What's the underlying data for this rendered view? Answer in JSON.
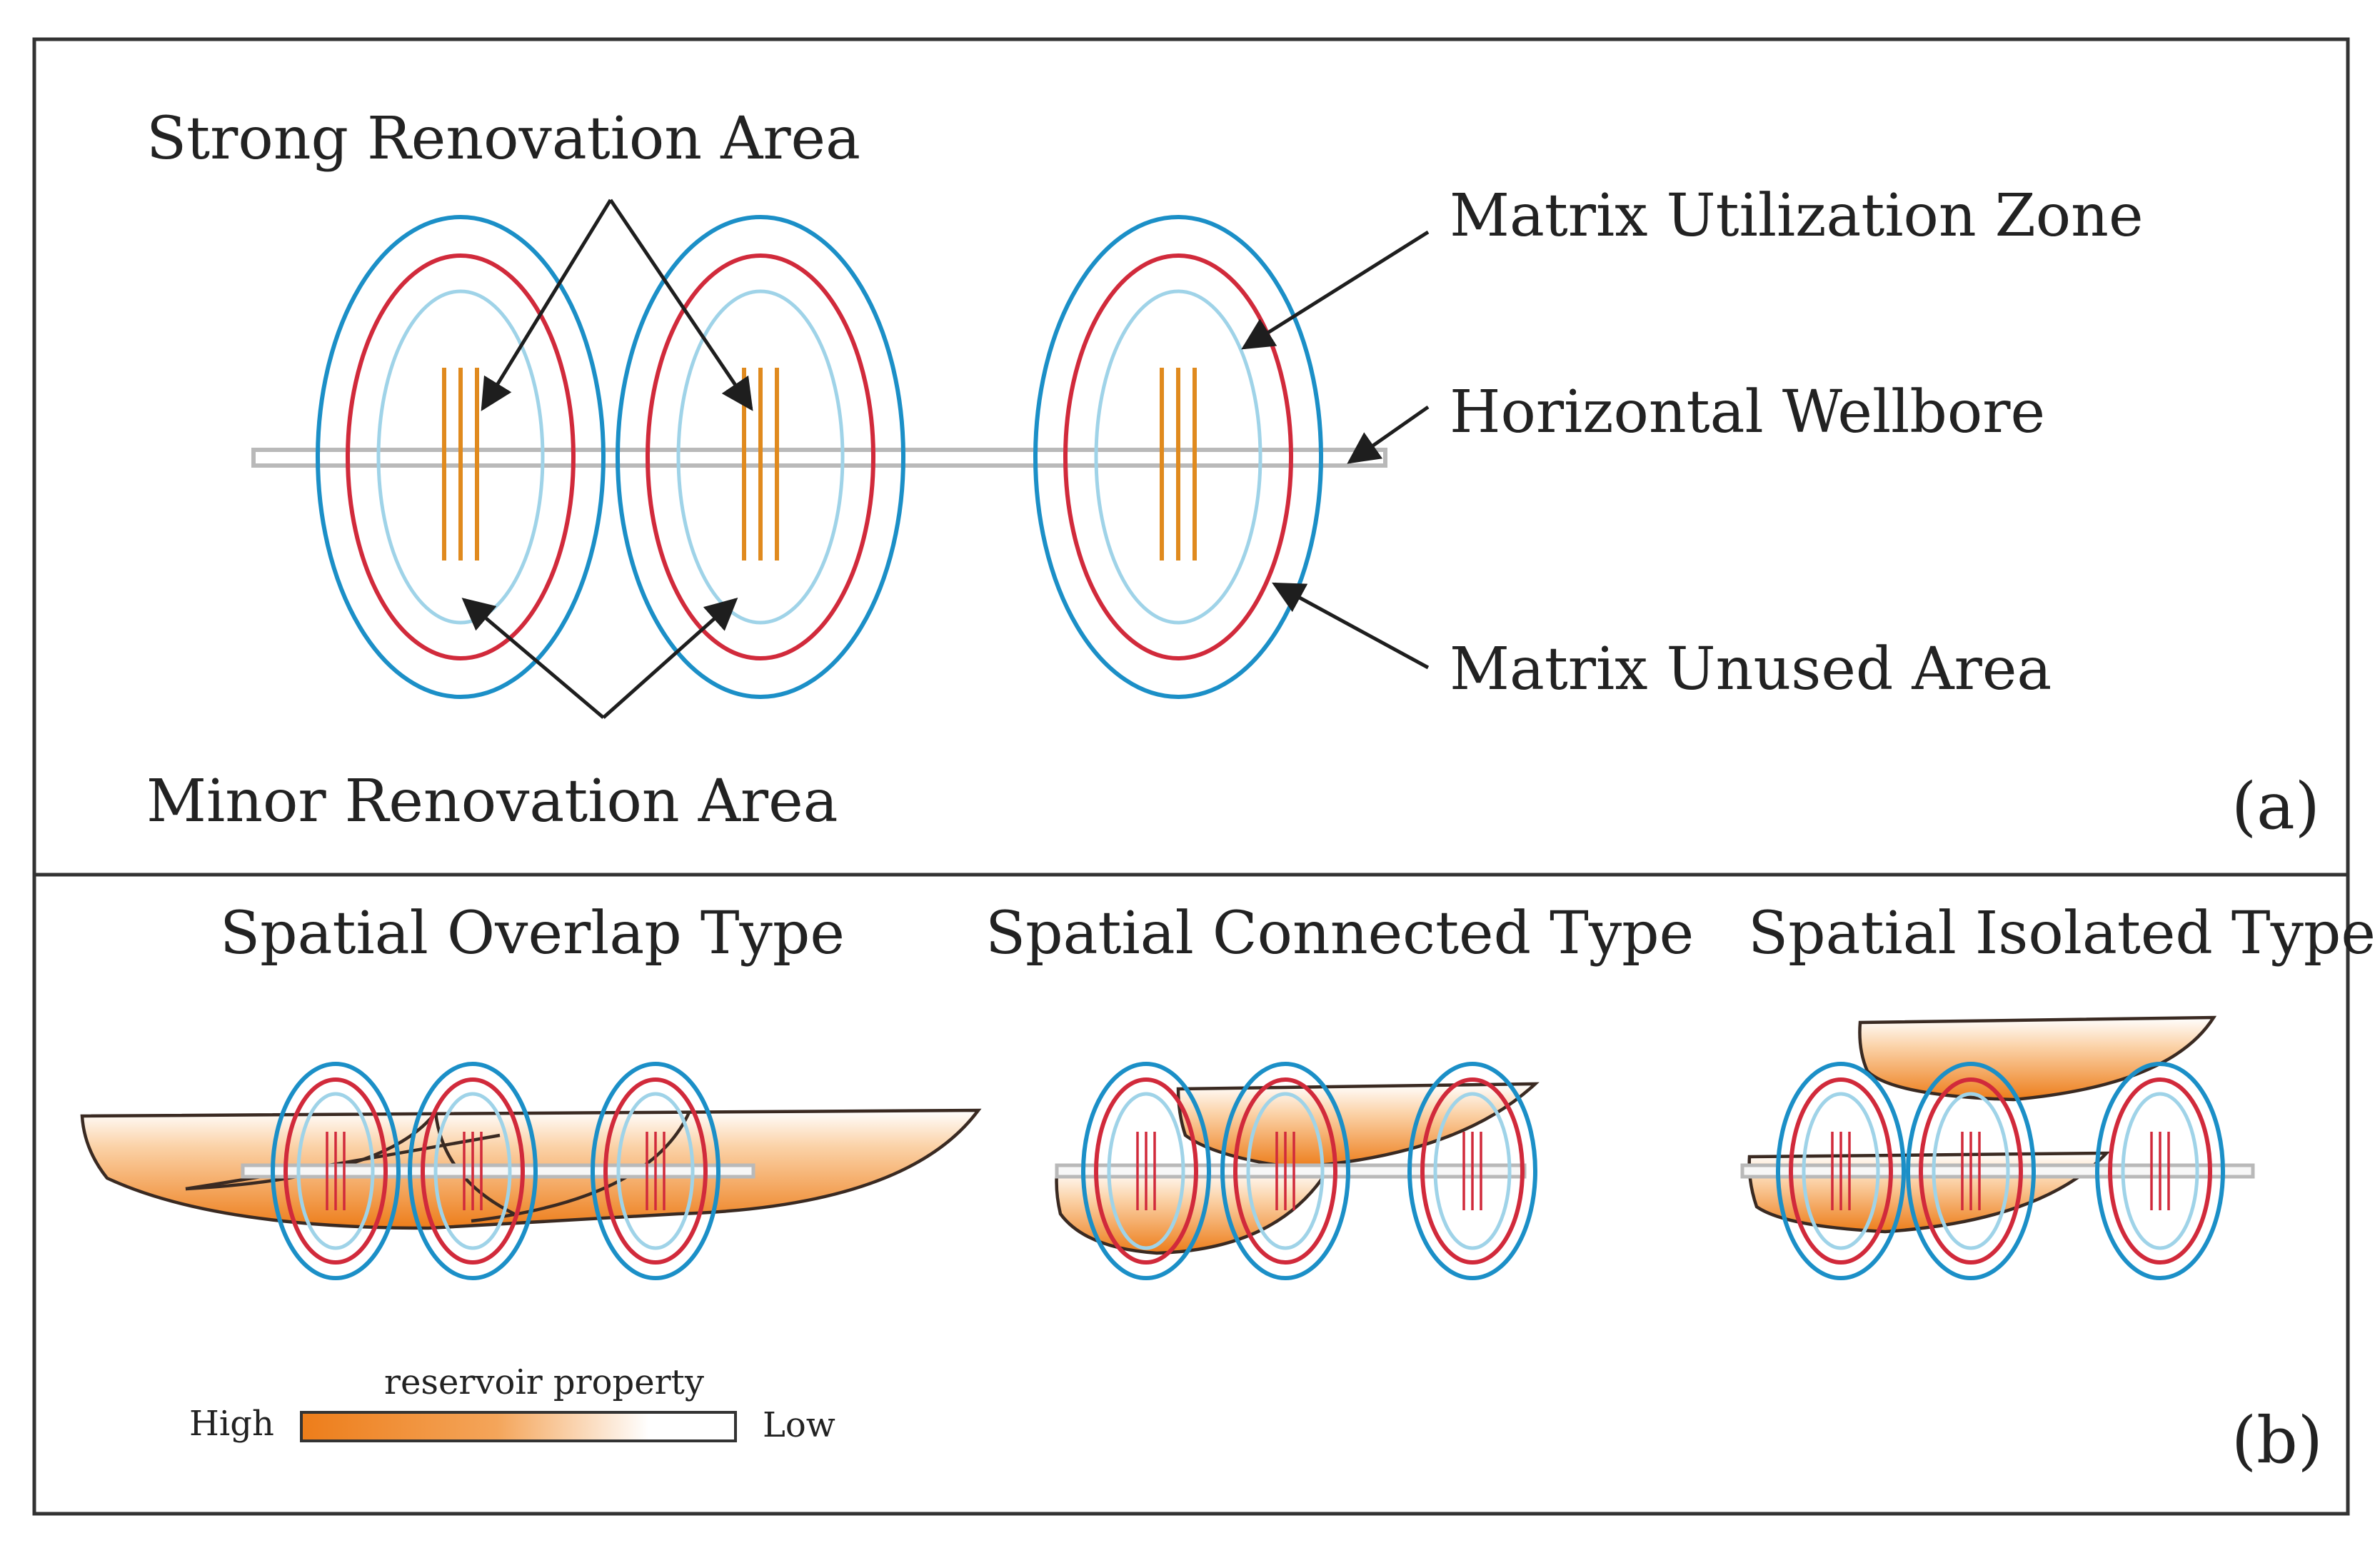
{
  "panel_a": {
    "tag": "(a)",
    "strong_renovation_label": "Strong Renovation Area",
    "minor_renovation_label": "Minor Renovation Area",
    "matrix_utilization_label": "Matrix Utilization Zone",
    "horizontal_wellbore_label": "Horizontal Wellbore",
    "matrix_unused_label": "Matrix Unused Area"
  },
  "panel_b": {
    "tag": "(b)",
    "overlap_title": "Spatial Overlap Type",
    "connected_title": "Spatial Connected Type",
    "isolated_title": "Spatial Isolated Type",
    "legend": {
      "title": "reservoir property",
      "high_label": "High",
      "low_label": "Low"
    }
  },
  "colors": {
    "high": "#ed7d1a",
    "low": "#ffffff",
    "outer_ring": "#1b8fc7",
    "middle_ring": "#d12a3b",
    "inner_ring": "#9fd3e8",
    "fracture": "#e08a1e"
  }
}
